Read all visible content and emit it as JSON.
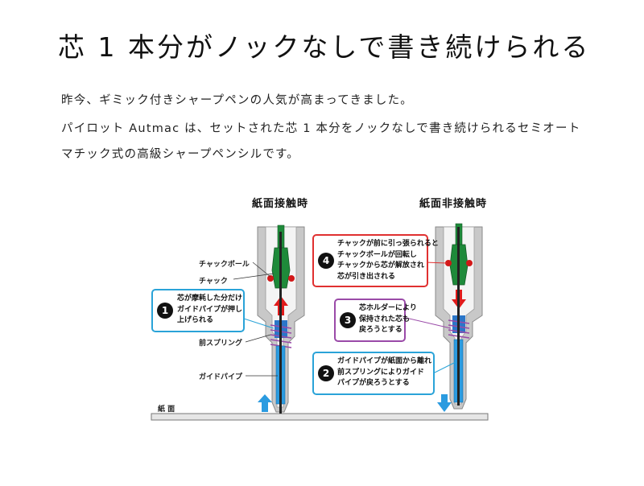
{
  "title": "芯 1 本分がノックなしで書き続けられる",
  "intro": [
    "昨今、ギミック付きシャープペンの人気が高まってきました。",
    "パイロット Autmac は、セットされた芯 1 本分をノックなしで書き続けられるセミオート",
    "マチック式の高級シャープペンシルです。"
  ],
  "diagram": {
    "left_heading": "紙面接触時",
    "right_heading": "紙面非接触時",
    "part_labels": {
      "chuck_ball": "チャックボール",
      "chuck": "チャック",
      "front_spring": "前スプリング",
      "guide_pipe": "ガイドパイプ",
      "paper": "紙 面"
    },
    "callouts": [
      {
        "num": "1",
        "lines": [
          "芯が摩耗した分だけ",
          "ガイドパイプが押し",
          "上げられる"
        ],
        "color": "#2aa3d8"
      },
      {
        "num": "2",
        "lines": [
          "ガイドパイプが紙面から離れ",
          "前スプリングによりガイド",
          "パイプが戻ろうとする"
        ],
        "color": "#2aa3d8"
      },
      {
        "num": "3",
        "lines": [
          "芯ホルダーにより",
          "保持された芯も",
          "戻ろうとする"
        ],
        "color": "#9a4aa8"
      },
      {
        "num": "4",
        "lines": [
          "チャックが前に引っ張られると",
          "チャックボールが回転し",
          "チャックから芯が解放され",
          "芯が引き出される"
        ],
        "color": "#e03030"
      }
    ]
  },
  "colors": {
    "body_gray": "#c8c8c8",
    "chuck_green": "#1e8a3a",
    "arrow_red": "#e01b1b",
    "arrow_blue": "#2b9be0",
    "spring_purple": "#9a4aa8",
    "lead_dark": "#222222"
  }
}
